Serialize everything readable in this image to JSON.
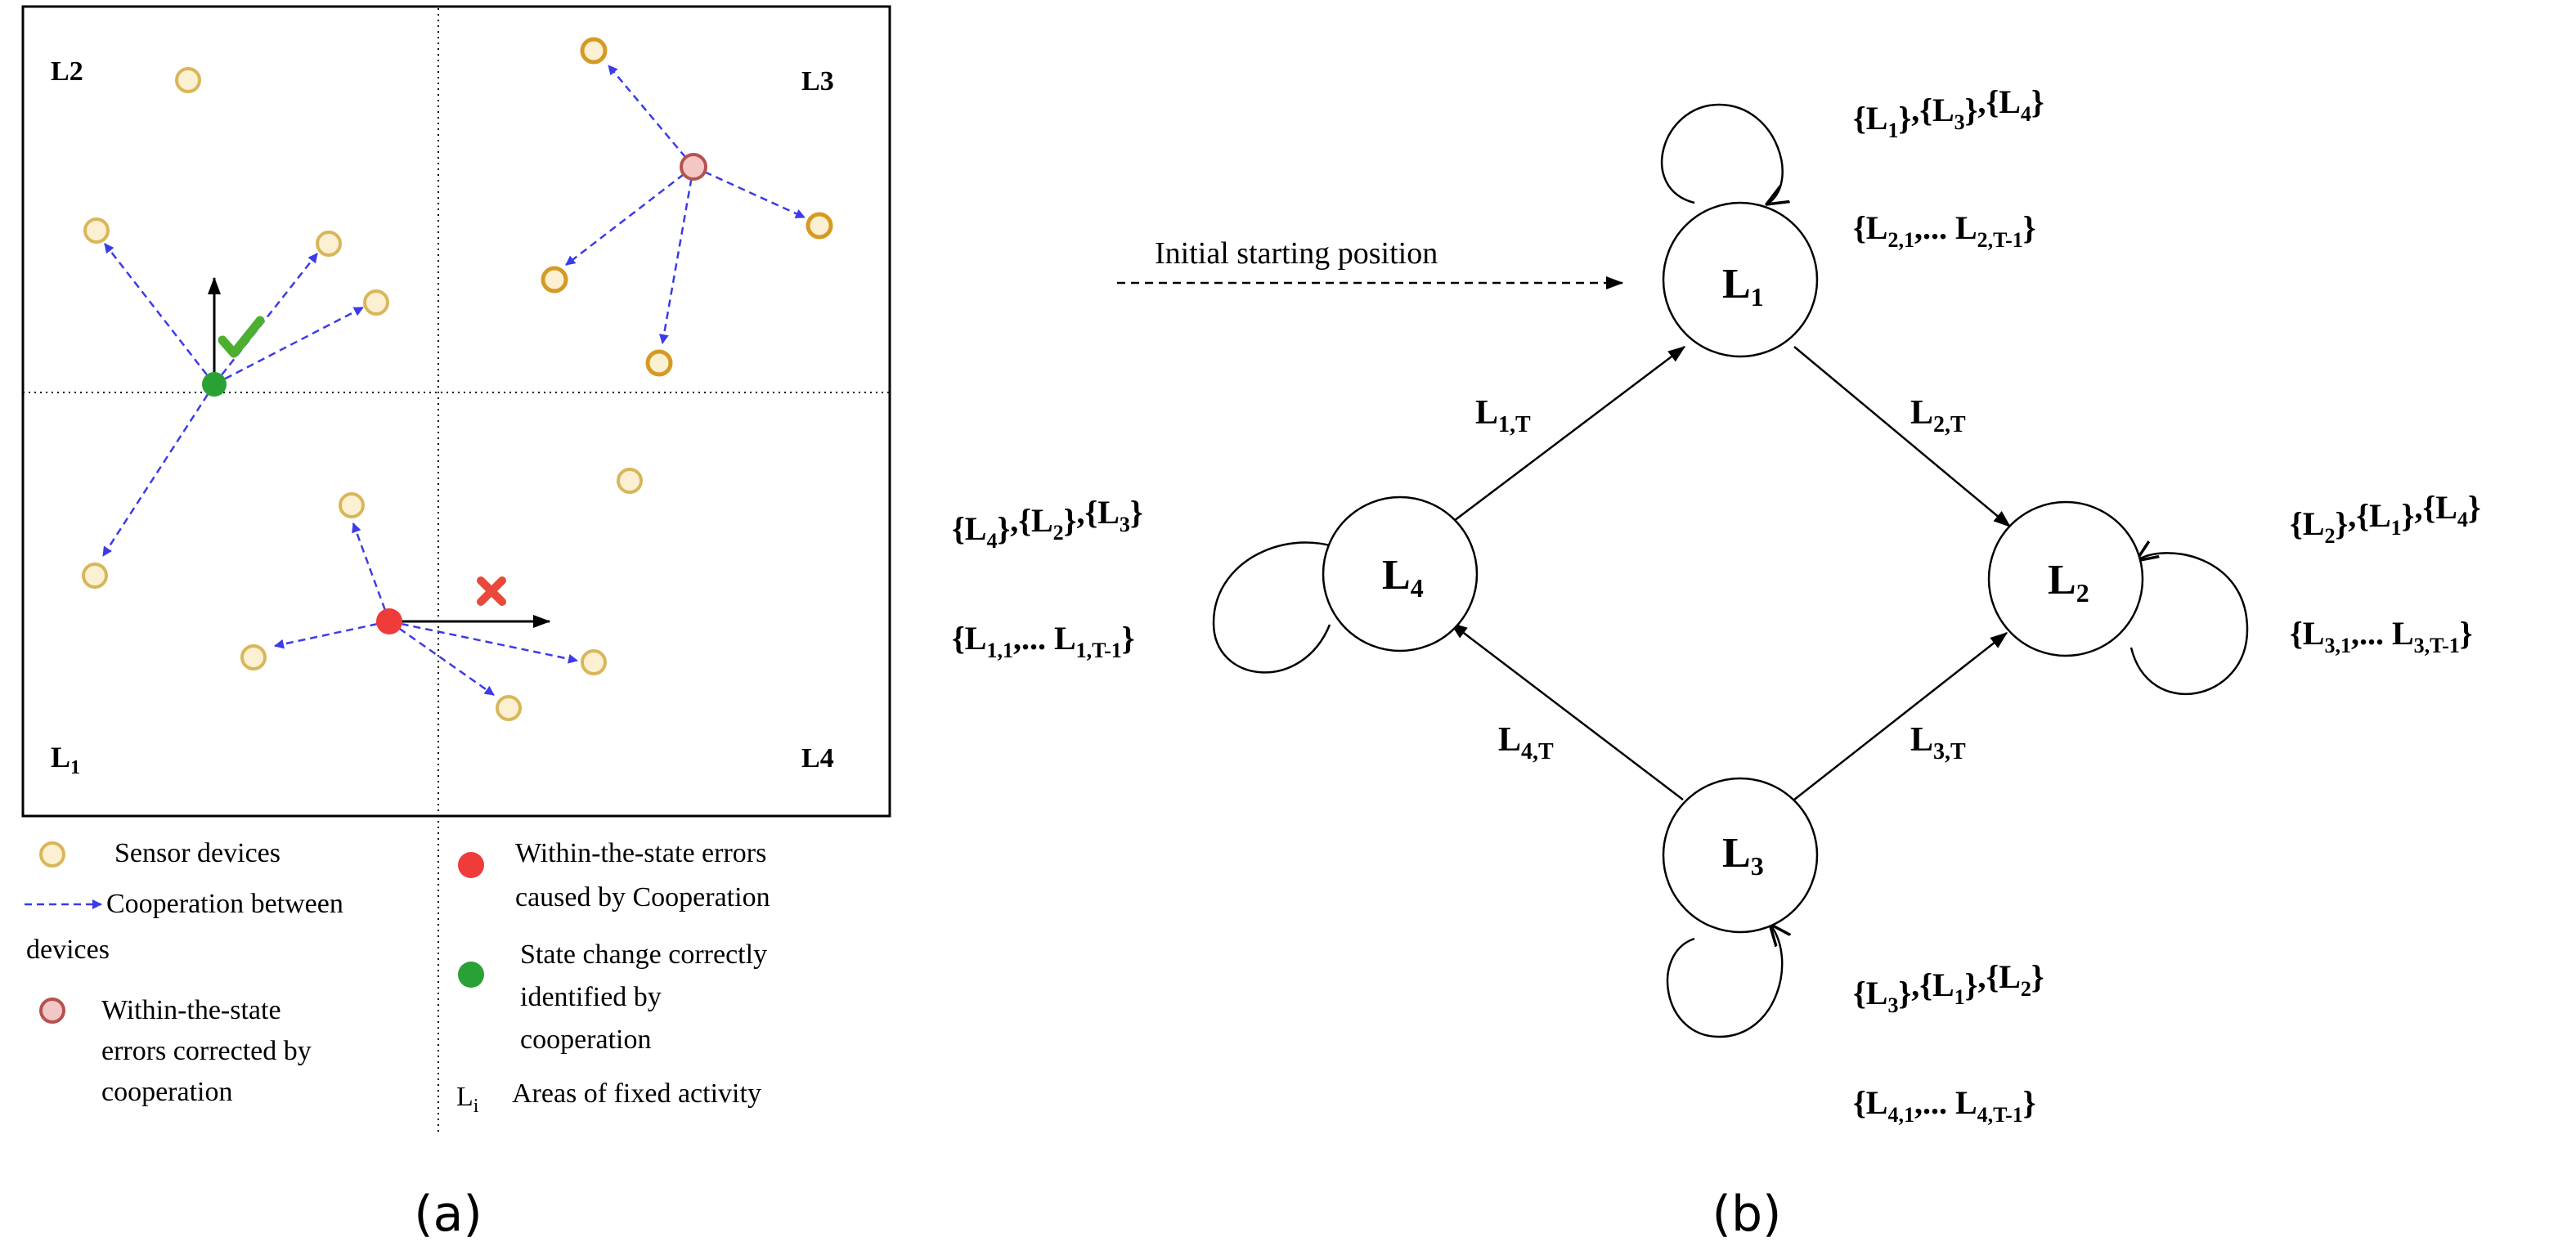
{
  "panel_a": {
    "quadrant_labels": [
      {
        "id": "L2",
        "base": "L",
        "sub": "2"
      },
      {
        "id": "L3",
        "base": "L",
        "sub": "3"
      },
      {
        "id": "L1",
        "base": "L",
        "sub": "1"
      },
      {
        "id": "L4",
        "base": "L",
        "sub": "4"
      }
    ],
    "legend": {
      "sensor": "Sensor devices",
      "coop_1": "Cooperation between",
      "coop_2": "devices",
      "corrected_1": "Within-the-state",
      "corrected_2": "errors corrected by",
      "corrected_3": "cooperation",
      "errors_1": "Within-the-state errors",
      "errors_2": "caused by Cooperation",
      "change_1": "State change correctly",
      "change_2": "identified by",
      "change_3": "cooperation",
      "areas_sym_base": "L",
      "areas_sym_sub": "i",
      "areas_text": "Areas of fixed activity"
    },
    "colors": {
      "sensor_fill": "#fbf1d2",
      "sensor_stroke": "#d9b65a",
      "corrected_fill": "#f4c7c7",
      "corrected_stroke": "#b5524f",
      "error_dot": "#f03b3b",
      "change_dot": "#2aa135",
      "cooperation_arrow": "#3b3bea",
      "checkmark": "#4caf2f",
      "cross": "#e8493a"
    },
    "icons": [
      "checkmark-icon",
      "cross-icon"
    ],
    "caption": "(a)"
  },
  "panel_b": {
    "states": [
      {
        "id": "L1",
        "base": "L",
        "sub": "1"
      },
      {
        "id": "L2",
        "base": "L",
        "sub": "2"
      },
      {
        "id": "L3",
        "base": "L",
        "sub": "3"
      },
      {
        "id": "L4",
        "base": "L",
        "sub": "4"
      }
    ],
    "initial_label": "Initial starting position",
    "transitions": [
      {
        "id": "L1T",
        "base": "L",
        "sub": "1,T"
      },
      {
        "id": "L2T",
        "base": "L",
        "sub": "2,T"
      },
      {
        "id": "L3T",
        "base": "L",
        "sub": "3,T"
      },
      {
        "id": "L4T",
        "base": "L",
        "sub": "4,T"
      }
    ],
    "self_loops": {
      "L1": {
        "line1": [
          "1",
          "3",
          "4"
        ],
        "line2": [
          "2,1",
          "2,T-1"
        ]
      },
      "L2": {
        "line1": [
          "2",
          "1",
          "4"
        ],
        "line2": [
          "3,1",
          "3,T-1"
        ]
      },
      "L3": {
        "line1": [
          "3",
          "1",
          "2"
        ],
        "line2": [
          "4,1",
          "4,T-1"
        ]
      },
      "L4": {
        "line1": [
          "4",
          "2",
          "3"
        ],
        "line2": [
          "1,1",
          "1,T-1"
        ]
      }
    },
    "caption": "(b)"
  }
}
